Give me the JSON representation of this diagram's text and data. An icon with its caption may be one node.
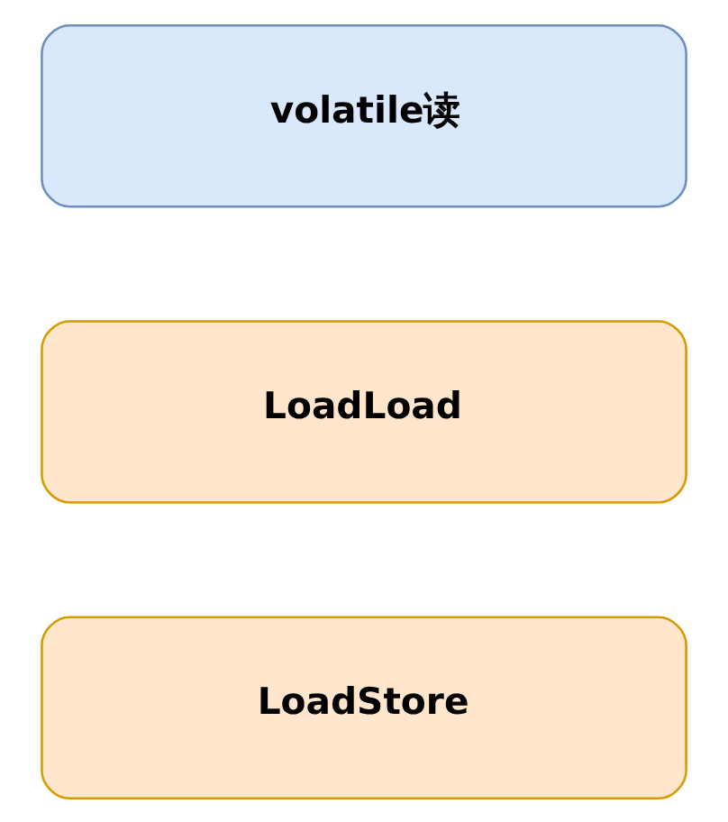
{
  "diagram": {
    "nodes": [
      {
        "text": [
          "volatile读"
        ]
      },
      {
        "text": [
          "LoadLoad"
        ]
      },
      {
        "text": [
          "LoadStore"
        ]
      }
    ],
    "edges": []
  }
}
